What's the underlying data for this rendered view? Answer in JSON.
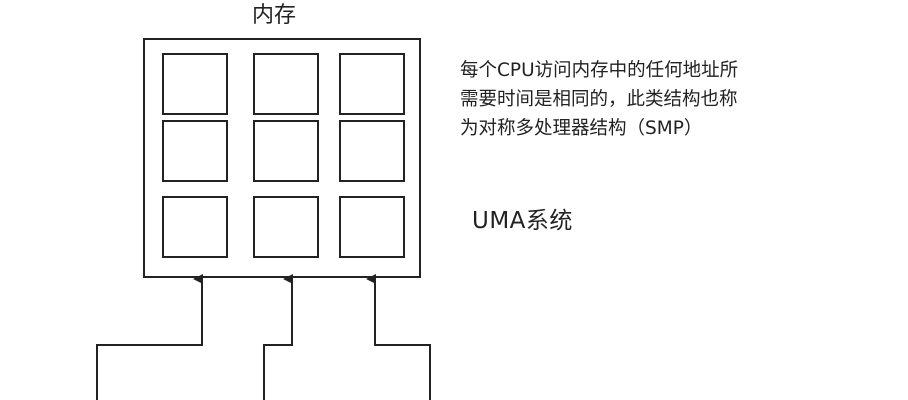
{
  "diagram": {
    "memory_title": "内存",
    "description_lines": [
      "每个CPU访问内存中的任何地址所",
      "需要时间是相同的，此类结构也称",
      "为对称多处理器结构（SMP）"
    ],
    "system_label": "UMA系统",
    "memory_cells": {
      "rows": 3,
      "cols": 3
    },
    "connections": 3,
    "colors": {
      "stroke": "#222222",
      "background": "#ffffff"
    }
  }
}
